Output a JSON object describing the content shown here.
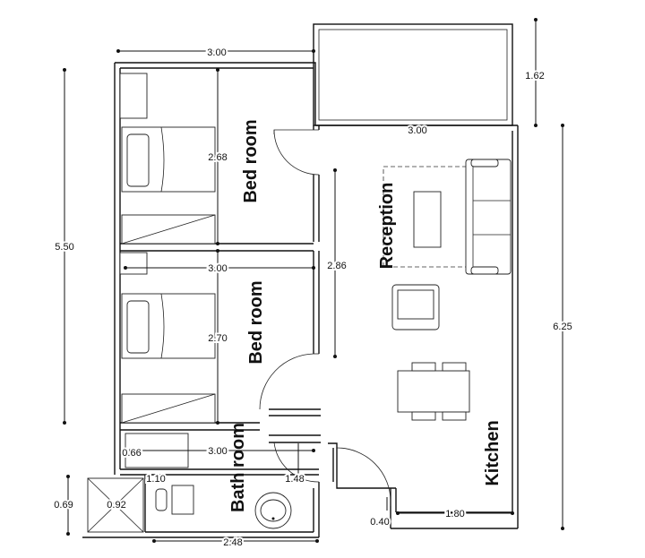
{
  "rooms": {
    "bedroom_top": "Bed room",
    "bedroom_bottom": "Bed room",
    "reception": "Reception",
    "bathroom": "Bath room",
    "kitchen": "Kitchen"
  },
  "dimensions": {
    "top_width": "3.00",
    "balcony_height": "1.62",
    "balcony_width": "3.00",
    "left_height": "5.50",
    "right_height": "6.25",
    "bed1_depth": "2.68",
    "bed2_width": "3.00",
    "bed2_depth": "2.70",
    "reception_depth": "2.86",
    "bath_width": "3.00",
    "bath_small": "0.66",
    "bath_door": "1.10",
    "bath_depth": "1.48",
    "shaft_height": "0.69",
    "shaft_width": "0.92",
    "bottom_width": "2.48",
    "entry_door": "0.40",
    "kitchen_width": "1.80"
  }
}
